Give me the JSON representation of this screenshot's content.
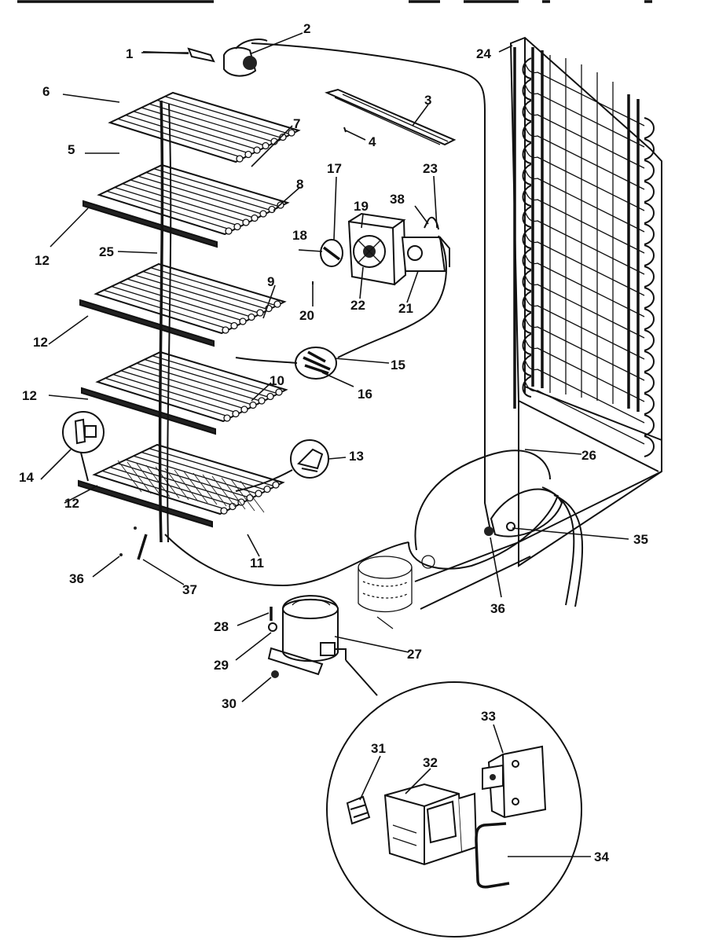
{
  "colors": {
    "ink": "#111111",
    "paper": "#ffffff"
  },
  "callouts": [
    "1",
    "2",
    "3",
    "4",
    "5",
    "6",
    "7",
    "8",
    "9",
    "10",
    "11",
    "12",
    "12",
    "12",
    "12",
    "13",
    "14",
    "15",
    "16",
    "17",
    "18",
    "19",
    "20",
    "21",
    "22",
    "23",
    "24",
    "25",
    "26",
    "27",
    "28",
    "29",
    "30",
    "31",
    "32",
    "33",
    "34",
    "35",
    "36",
    "36",
    "37",
    "38"
  ]
}
